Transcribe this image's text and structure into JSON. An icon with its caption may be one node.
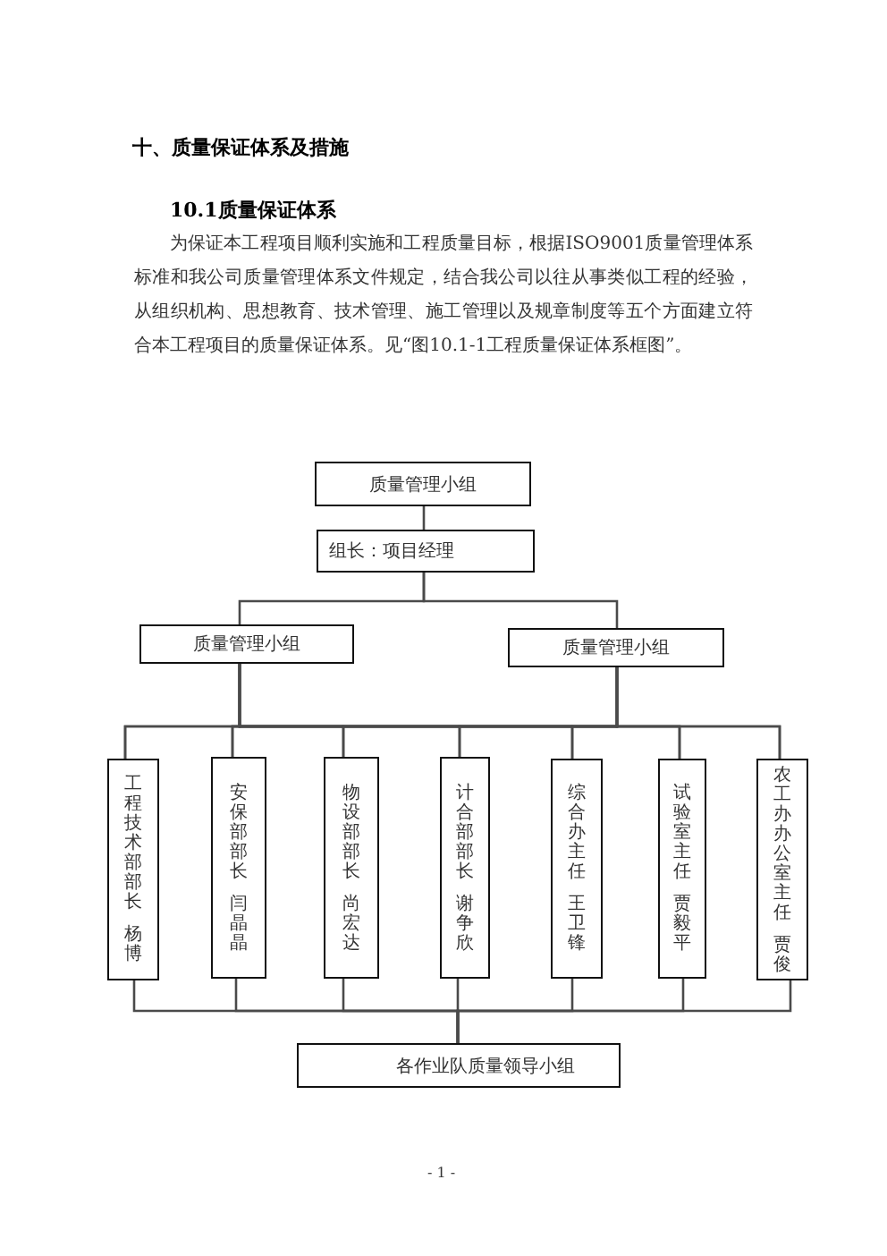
{
  "diagram": {
    "title": "十、质量保证体系及措施",
    "nodes": [
      {
        "text": [
          "质量管理小组"
        ]
      },
      {
        "text": [
          "组长：项目经理"
        ]
      },
      {
        "text": [
          "质量管理小组"
        ]
      },
      {
        "text": [
          "质量管理小组"
        ]
      },
      {
        "text": [
          "工程技术部部长",
          "杨博"
        ]
      },
      {
        "text": [
          "安保部部长",
          "闫晶晶"
        ]
      },
      {
        "text": [
          "物设部部长",
          "尚宏达"
        ]
      },
      {
        "text": [
          "计合部部长",
          "谢争欣"
        ]
      },
      {
        "text": [
          "综合办主任",
          "王卫锋"
        ]
      },
      {
        "text": [
          "试验室主任",
          "贾毅平"
        ]
      },
      {
        "text": [
          "农工办办公室主任",
          "贾俊"
        ]
      },
      {
        "text": [
          "各作业队质量领导小组"
        ]
      }
    ],
    "edges": [
      {
        "from": 0,
        "to": 1,
        "arrow": "none"
      },
      {
        "from": 1,
        "to": 2,
        "arrow": "none"
      },
      {
        "from": 1,
        "to": 3,
        "arrow": "none"
      },
      {
        "from": 2,
        "to": 4,
        "arrow": "none"
      },
      {
        "from": 2,
        "to": 5,
        "arrow": "none"
      },
      {
        "from": 2,
        "to": 6,
        "arrow": "none"
      },
      {
        "from": 2,
        "to": 7,
        "arrow": "none"
      },
      {
        "from": 2,
        "to": 8,
        "arrow": "none"
      },
      {
        "from": 2,
        "to": 9,
        "arrow": "none"
      },
      {
        "from": 2,
        "to": 10,
        "arrow": "none"
      },
      {
        "from": 3,
        "to": 4,
        "arrow": "none"
      },
      {
        "from": 3,
        "to": 5,
        "arrow": "none"
      },
      {
        "from": 3,
        "to": 6,
        "arrow": "none"
      },
      {
        "from": 3,
        "to": 7,
        "arrow": "none"
      },
      {
        "from": 3,
        "to": 8,
        "arrow": "none"
      },
      {
        "from": 3,
        "to": 9,
        "arrow": "none"
      },
      {
        "from": 3,
        "to": 10,
        "arrow": "none"
      },
      {
        "from": 4,
        "to": 11,
        "arrow": "none"
      },
      {
        "from": 5,
        "to": 11,
        "arrow": "none"
      },
      {
        "from": 6,
        "to": 11,
        "arrow": "none"
      },
      {
        "from": 7,
        "to": 11,
        "arrow": "none"
      },
      {
        "from": 8,
        "to": 11,
        "arrow": "none"
      },
      {
        "from": 9,
        "to": 11,
        "arrow": "none"
      },
      {
        "from": 10,
        "to": 11,
        "arrow": "none"
      }
    ],
    "labels": [
      "10.1质量保证体系",
      "为保证本工程项目顺利实施和工程质量目标，根据ISO9001质量管理体系标准和我公司质量管理体系文件规定，结合我公司以往从事类似工程的经验，从组织机构、思想教育、技术管理、施工管理以及规章制度等五个方面建立符合本工程项目的质量保证体系。见“图10.1-1工程质量保证体系框图”。",
      "- 1 -"
    ]
  }
}
